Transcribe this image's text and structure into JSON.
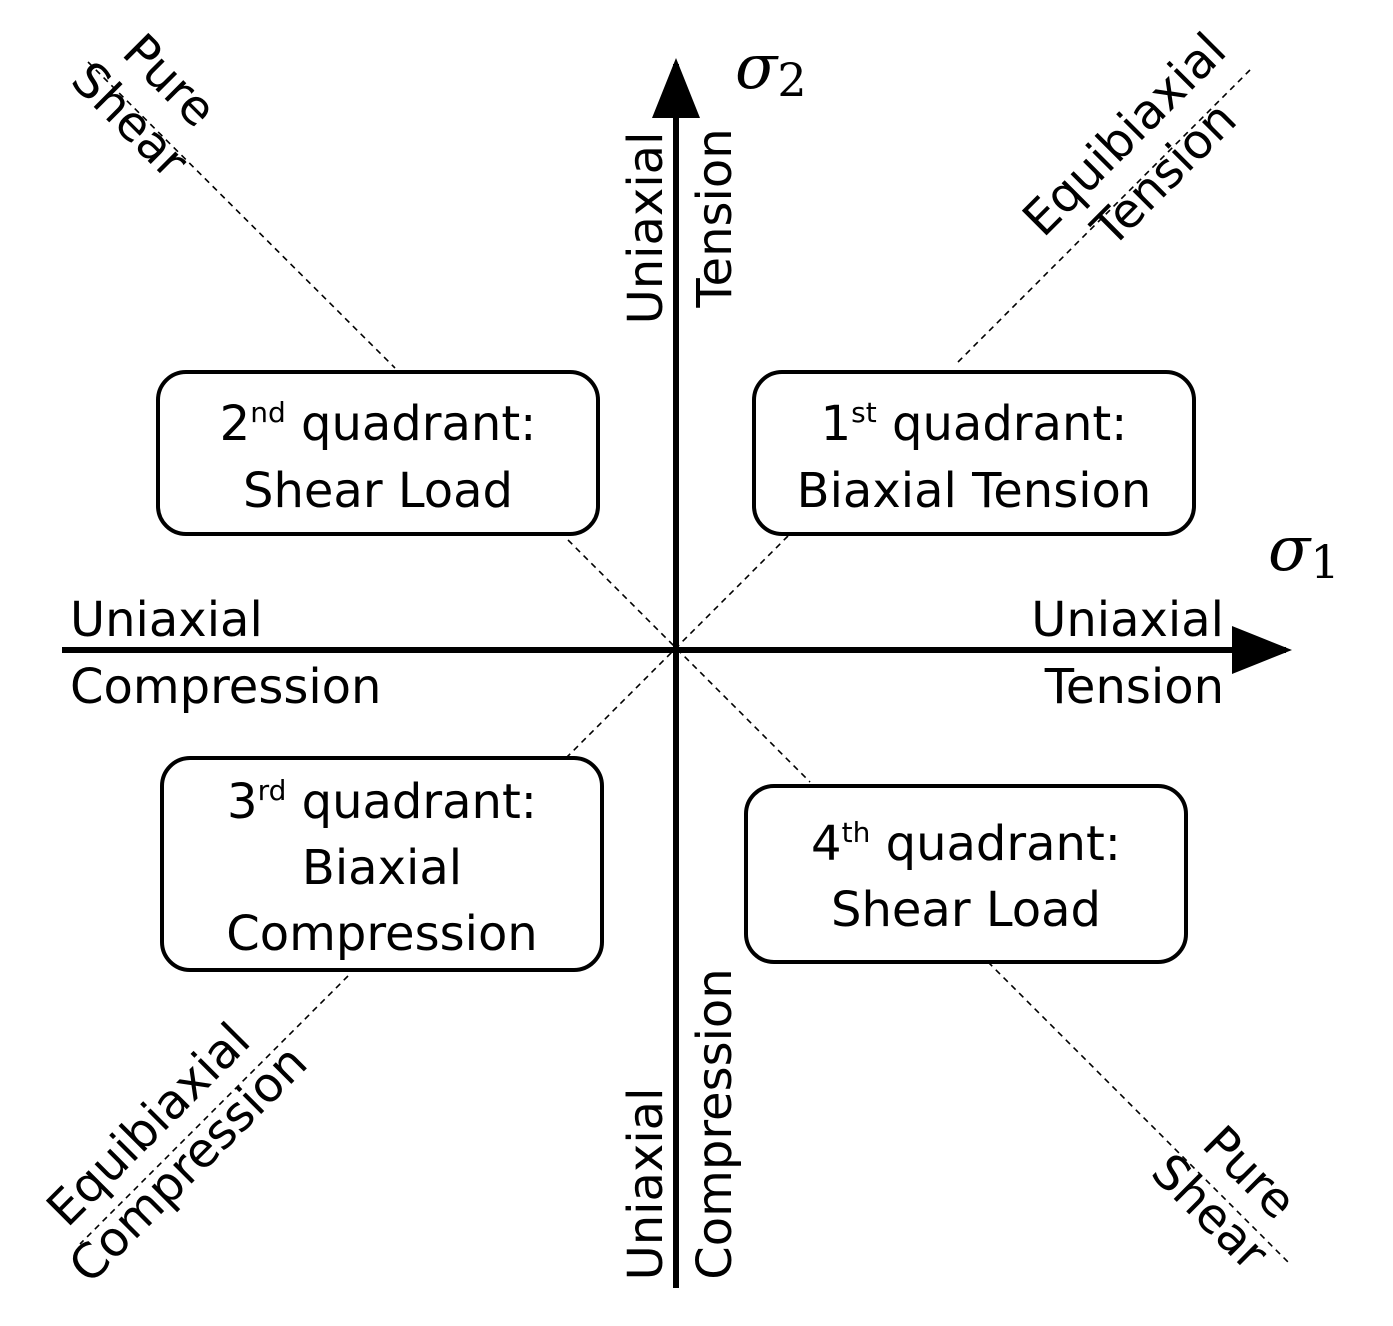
{
  "axes": {
    "x": {
      "symbol": "σ",
      "subscript": "1"
    },
    "y": {
      "symbol": "σ",
      "subscript": "2"
    }
  },
  "axis_labels": {
    "x_positive": {
      "line1": "Uniaxial",
      "line2": "Tension"
    },
    "x_negative": {
      "line1": "Uniaxial",
      "line2": "Compression"
    },
    "y_positive": {
      "line1": "Uniaxial",
      "line2": "Tension"
    },
    "y_negative": {
      "line1": "Uniaxial",
      "line2": "Compression"
    }
  },
  "diagonals": {
    "top_left": {
      "line1": "Pure",
      "line2": "Shear"
    },
    "bottom_right": {
      "line1": "Pure",
      "line2": "Shear"
    },
    "top_right": {
      "line1": "Equibiaxial",
      "line2": "Tension"
    },
    "bottom_left": {
      "line1": "Equibiaxial",
      "line2": "Compression"
    }
  },
  "quadrants": {
    "q1": {
      "num": "1",
      "suffix": "st",
      "word": "quadrant:",
      "desc1": "Biaxial Tension"
    },
    "q2": {
      "num": "2",
      "suffix": "nd",
      "word": "quadrant:",
      "desc1": "Shear Load"
    },
    "q3": {
      "num": "3",
      "suffix": "rd",
      "word": "quadrant:",
      "desc1": "Biaxial",
      "desc2": "Compression"
    },
    "q4": {
      "num": "4",
      "suffix": "th",
      "word": "quadrant:",
      "desc1": "Shear Load"
    }
  },
  "colors": {
    "line": "#000000",
    "background": "#ffffff"
  }
}
